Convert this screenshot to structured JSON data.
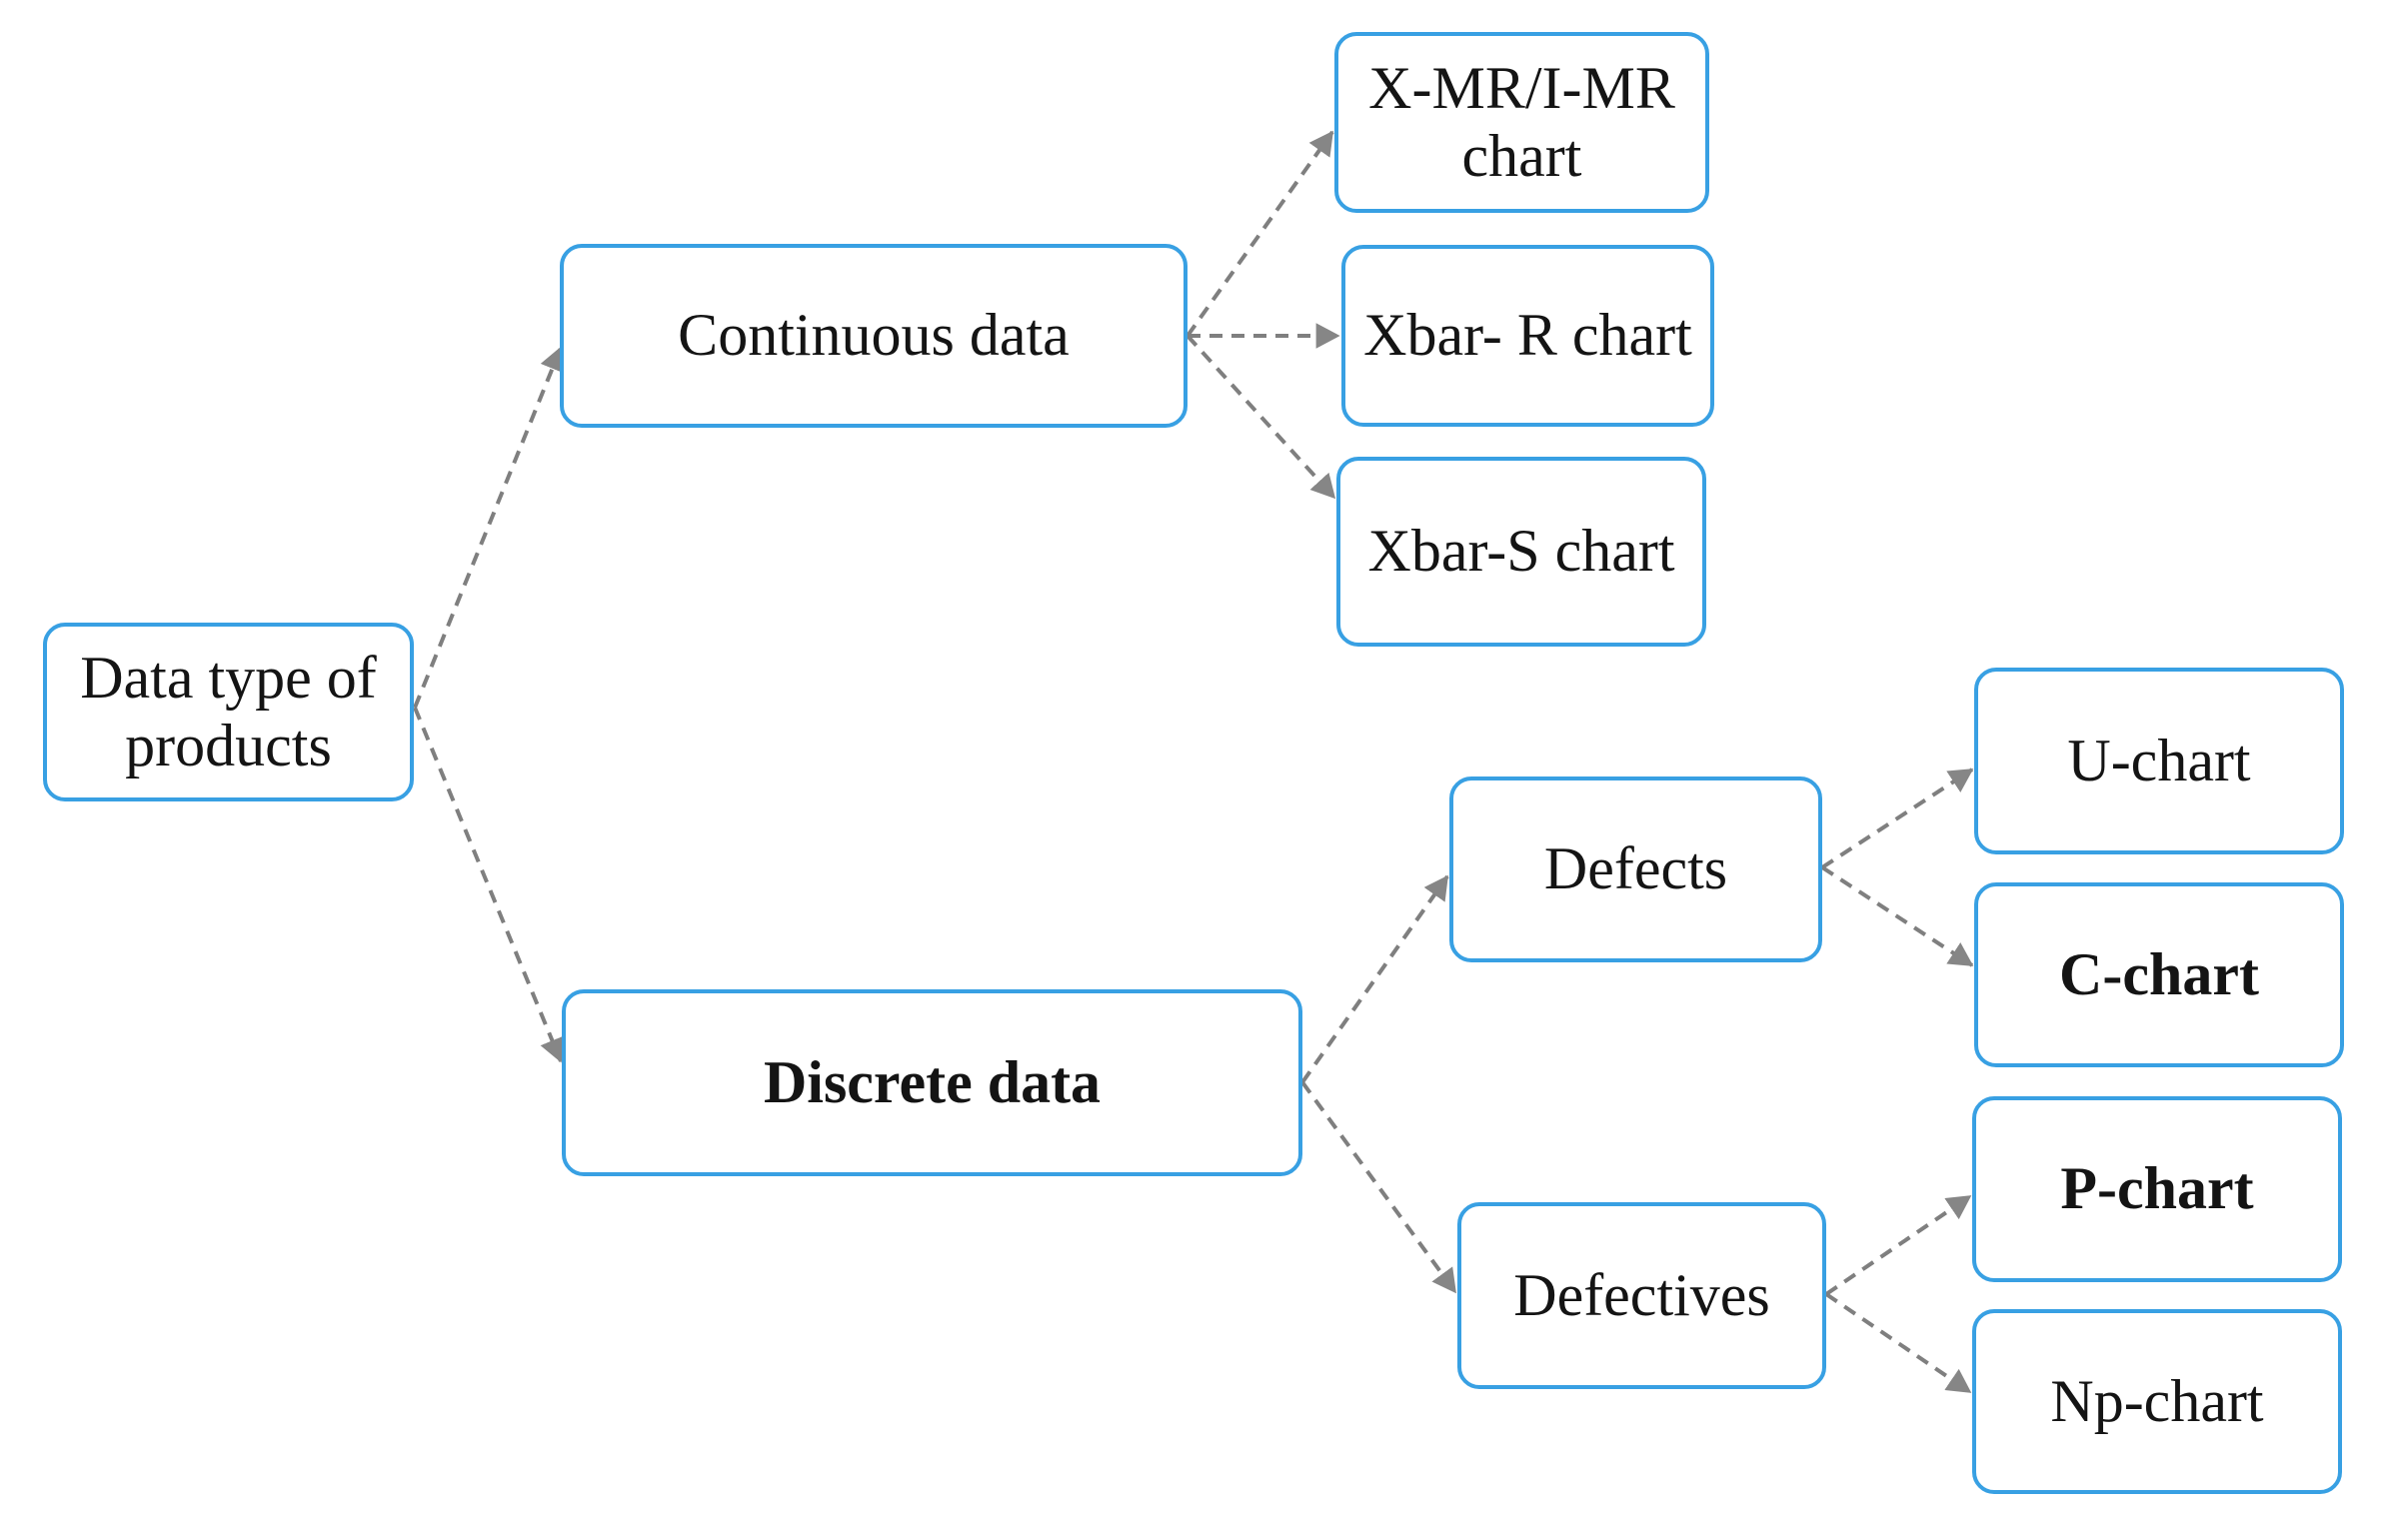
{
  "diagram": {
    "type": "flowchart",
    "background_color": "#ffffff",
    "node_border_color": "#38a0e3",
    "node_fill_color": "#ffffff",
    "arrow_color": "#7f7f7f",
    "text_color": "#141414",
    "nodes": {
      "root": {
        "label": "Data type of products",
        "emphasis": "normal"
      },
      "continuous": {
        "label": "Continuous data",
        "emphasis": "normal"
      },
      "xmr": {
        "label": "X-MR/I-MR chart",
        "emphasis": "normal"
      },
      "xbar_r": {
        "label": "Xbar- R chart",
        "emphasis": "normal"
      },
      "xbar_s": {
        "label": "Xbar-S chart",
        "emphasis": "normal"
      },
      "discrete": {
        "label": "Discrete data",
        "emphasis": "bold"
      },
      "defects": {
        "label": "Defects",
        "emphasis": "normal"
      },
      "defectives": {
        "label": "Defectives",
        "emphasis": "normal"
      },
      "u_chart": {
        "label": "U-chart",
        "emphasis": "normal"
      },
      "c_chart": {
        "label": "C-chart",
        "emphasis": "bold"
      },
      "p_chart": {
        "label": "P-chart",
        "emphasis": "bold"
      },
      "np_chart": {
        "label": "Np-chart",
        "emphasis": "normal"
      }
    },
    "edges": [
      {
        "from": "root",
        "to": "continuous"
      },
      {
        "from": "root",
        "to": "discrete"
      },
      {
        "from": "continuous",
        "to": "xmr"
      },
      {
        "from": "continuous",
        "to": "xbar_r"
      },
      {
        "from": "continuous",
        "to": "xbar_s"
      },
      {
        "from": "discrete",
        "to": "defects"
      },
      {
        "from": "discrete",
        "to": "defectives"
      },
      {
        "from": "defects",
        "to": "u_chart"
      },
      {
        "from": "defects",
        "to": "c_chart"
      },
      {
        "from": "defectives",
        "to": "p_chart"
      },
      {
        "from": "defectives",
        "to": "np_chart"
      }
    ]
  }
}
